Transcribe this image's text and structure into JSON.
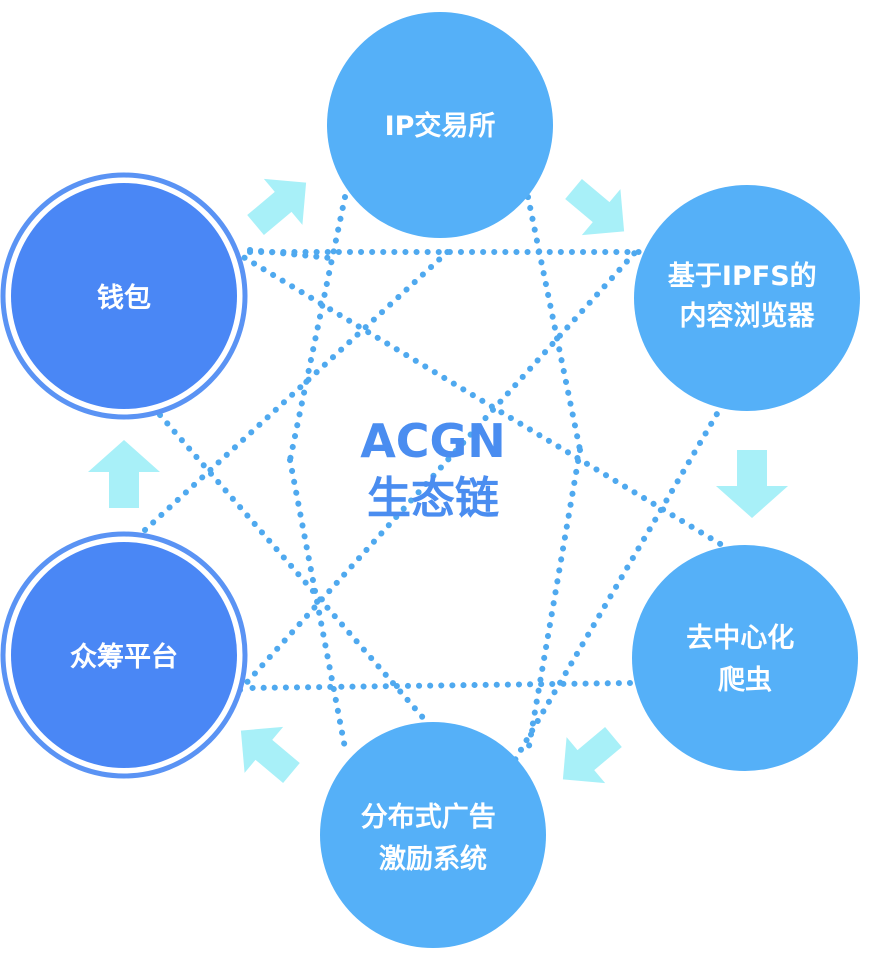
{
  "center": {
    "line1": "ACGN",
    "line2": "生态链"
  },
  "nodes": {
    "ip_exchange": {
      "lines": [
        "IP交易所"
      ]
    },
    "ipfs_browser": {
      "lines": [
        "基于IPFS的",
        "内容浏览器"
      ]
    },
    "crawler": {
      "lines": [
        "去中心化",
        "爬虫"
      ]
    },
    "ad_system": {
      "lines": [
        "分布式广告",
        "激励系统"
      ]
    },
    "crowdfunding": {
      "lines": [
        "众筹平台"
      ]
    },
    "wallet": {
      "lines": [
        "钱包"
      ]
    }
  },
  "colors": {
    "light_node": "#55b0f8",
    "dark_node": "#4a87f5",
    "dark_ring": "#5a93f4",
    "dots": "#4fa9ef",
    "arrow": "#a8f0f8",
    "center_text": "#4a8df0"
  }
}
